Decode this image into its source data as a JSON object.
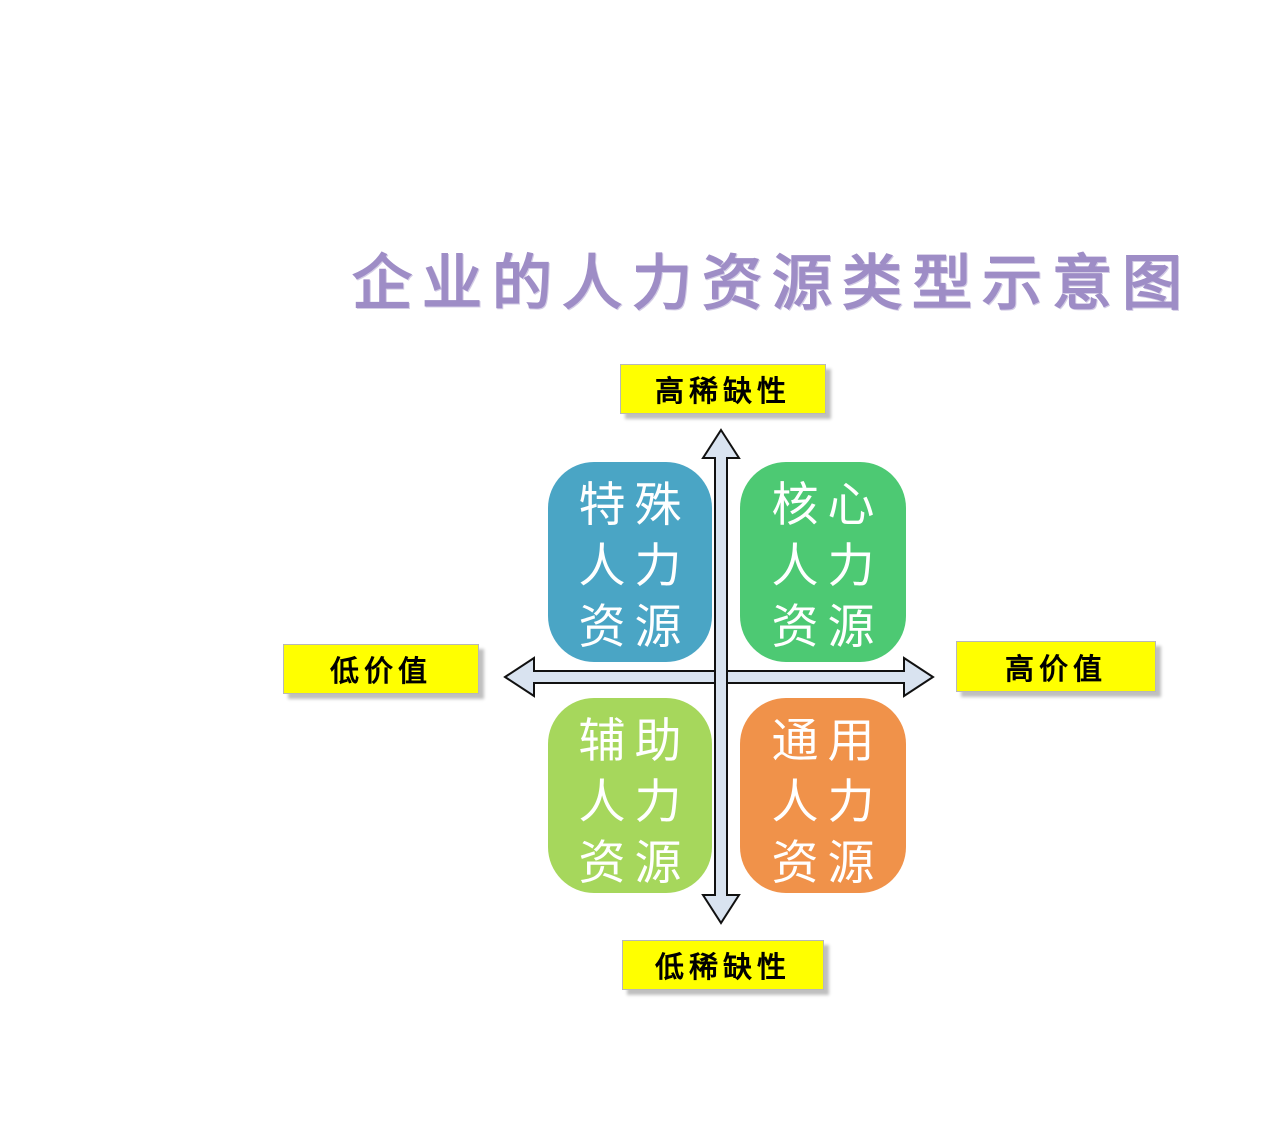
{
  "title": {
    "text": "企业的人力资源类型示意图",
    "color": "#9E8DC6"
  },
  "axis_labels": {
    "background": "#FFFF00",
    "text_color": "#000000",
    "top": {
      "text": "高稀缺性"
    },
    "bottom": {
      "text": "低稀缺性"
    },
    "left": {
      "text": "低价值"
    },
    "right": {
      "text": "高价值"
    }
  },
  "quadrants": [
    {
      "position": "top-left",
      "name": "特殊人力资源",
      "color": "#4AA5C5",
      "lines": [
        "特殊",
        "人力",
        "资源"
      ]
    },
    {
      "position": "top-right",
      "name": "核心人力资源",
      "color": "#4DC973",
      "lines": [
        "核心",
        "人力",
        "资源"
      ]
    },
    {
      "position": "bottom-left",
      "name": "辅助人力资源",
      "color": "#A6D75C",
      "lines": [
        "辅助",
        "人力",
        "资源"
      ]
    },
    {
      "position": "bottom-right",
      "name": "通用人力资源",
      "color": "#F0924A",
      "lines": [
        "通用",
        "人力",
        "资源"
      ]
    }
  ],
  "axes": {
    "arrow_fill": "#D9E3F0",
    "arrow_stroke": "#111111"
  }
}
